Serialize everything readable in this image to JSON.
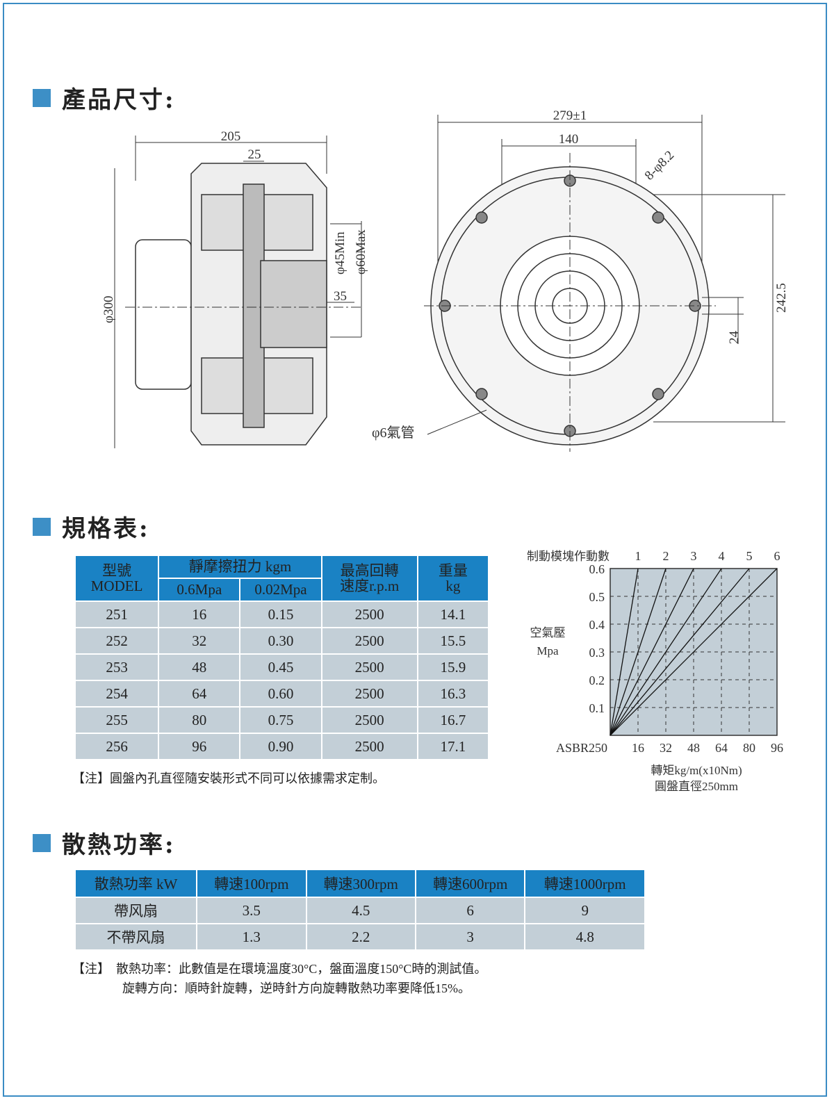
{
  "sections": {
    "dimensions": "產品尺寸:",
    "specs": "規格表:",
    "heat": "散熱功率:"
  },
  "drawing": {
    "side": {
      "d205": "205",
      "d25": "25",
      "d300": "φ300",
      "d45": "φ45Min",
      "d60": "φ60Max",
      "d35": "35"
    },
    "front": {
      "d279": "279±1",
      "d140": "140",
      "holes": "8-φ8.2",
      "d242": "242.5",
      "d24": "24",
      "air": "φ6氣管"
    }
  },
  "spec_table": {
    "headers": {
      "model": "型號",
      "model_en": "MODEL",
      "torque": "靜摩擦扭力 kgm",
      "p1": "0.6Mpa",
      "p2": "0.02Mpa",
      "speed1": "最高回轉",
      "speed2": "速度r.p.m",
      "weight1": "重量",
      "weight2": "kg"
    },
    "rows": [
      [
        "251",
        "16",
        "0.15",
        "2500",
        "14.1"
      ],
      [
        "252",
        "32",
        "0.30",
        "2500",
        "15.5"
      ],
      [
        "253",
        "48",
        "0.45",
        "2500",
        "15.9"
      ],
      [
        "254",
        "64",
        "0.60",
        "2500",
        "16.3"
      ],
      [
        "255",
        "80",
        "0.75",
        "2500",
        "16.7"
      ],
      [
        "256",
        "96",
        "0.90",
        "2500",
        "17.1"
      ]
    ],
    "note": "【注】圓盤內孔直徑隨安裝形式不同可以依據需求定制。"
  },
  "chart_data": {
    "type": "line",
    "top_label": "制動模塊作動數",
    "ylabel": "空氣壓",
    "ylabel_unit": "Mpa",
    "model": "ASBR250",
    "xlabel": "轉矩kg/m(x10Nm)",
    "xlabel2": "圓盤直徑250mm",
    "xlim": [
      0,
      96
    ],
    "ylim": [
      0,
      0.6
    ],
    "xticks": [
      "16",
      "32",
      "48",
      "64",
      "80",
      "96"
    ],
    "yticks": [
      "0.1",
      "0.2",
      "0.3",
      "0.4",
      "0.5",
      "0.6"
    ],
    "grid": true,
    "series": [
      {
        "name": "1",
        "x": [
          0,
          16
        ],
        "y": [
          0,
          0.6
        ]
      },
      {
        "name": "2",
        "x": [
          0,
          32
        ],
        "y": [
          0,
          0.6
        ]
      },
      {
        "name": "3",
        "x": [
          0,
          48
        ],
        "y": [
          0,
          0.6
        ]
      },
      {
        "name": "4",
        "x": [
          0,
          64
        ],
        "y": [
          0,
          0.6
        ]
      },
      {
        "name": "5",
        "x": [
          0,
          80
        ],
        "y": [
          0,
          0.6
        ]
      },
      {
        "name": "6",
        "x": [
          0,
          96
        ],
        "y": [
          0,
          0.6
        ]
      }
    ]
  },
  "heat_table": {
    "headers": [
      "散熱功率 kW",
      "轉速100rpm",
      "轉速300rpm",
      "轉速600rpm",
      "轉速1000rpm"
    ],
    "rows": [
      [
        "帶风扇",
        "3.5",
        "4.5",
        "6",
        "9"
      ],
      [
        "不帶风扇",
        "1.3",
        "2.2",
        "3",
        "4.8"
      ]
    ],
    "note1": "【注】  散熱功率：此數值是在環境溫度30°C，盤面溫度150°C時的測試值。",
    "note2": "旋轉方向：順時針旋轉，逆時針方向旋轉散熱功率要降低15%。"
  }
}
